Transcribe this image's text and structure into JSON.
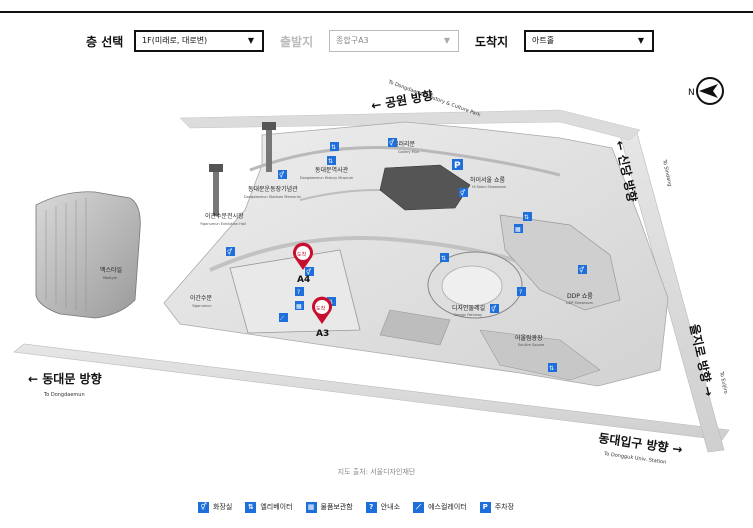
{
  "selectors": {
    "floor_label": "층 선택",
    "floor_value": "1F(미래로, 대로변)",
    "origin_label": "출발지",
    "origin_value": "종합구A3",
    "dest_label": "도착지",
    "dest_value": "아트홀"
  },
  "compass": {
    "letter": "N"
  },
  "directions": {
    "park_kr": "← 공원 방향",
    "park_en": "To Dongdaemun History & Culture Park",
    "sindang_kr": "← 신당 방향",
    "sindang_en": "To Sindang",
    "dongdaemun_kr": "← 동대문 방향",
    "dongdaemun_en": "To Dongdaemun",
    "euljiro_kr": "을지로 방향 →",
    "euljiro_en": "To Euljiro",
    "dongdaeipgu_kr": "동대입구 방향 →",
    "dongdaeipgu_en": "To Dongguk Univ. Station"
  },
  "places": {
    "gallery_kr": "갤러리문",
    "gallery_en": "Gallery Mun",
    "history_kr": "동대문역사관",
    "history_en": "Dongdaemun History Museum",
    "stadium_kr": "동대문운동장기념관",
    "stadium_en": "Dongdaemun Stadium Memorial",
    "igansu_hall_kr": "이간수문전시장",
    "igansu_hall_en": "Yiganumun Exhibition Hall",
    "hiseoul_kr": "하이서울 쇼룸",
    "hiseoul_en": "Hi Seoul Showroom",
    "igansu_kr": "이간수문",
    "igansu_en": "Yiganumun",
    "mustang_kr": "맥스타일",
    "mustang_en": "Maxtyle",
    "design_kr": "디자인둘레길",
    "design_en": "Design Pathway",
    "ddp_kr": "DDP 쇼룸",
    "ddp_en": "DDP Showroom",
    "eoul_kr": "어울림광장",
    "eoul_en": "Eoullim Square"
  },
  "markers": {
    "a4": {
      "pin": "도착",
      "label": "A4"
    },
    "a3": {
      "pin": "도착",
      "label": "A3"
    }
  },
  "source_text": "지도 출처: 서울디자인재단",
  "legend": [
    {
      "icon": "restroom-icon",
      "label": "화장실"
    },
    {
      "icon": "elevator-icon",
      "label": "엘리베이터"
    },
    {
      "icon": "locker-icon",
      "label": "물품보관함"
    },
    {
      "icon": "info-icon",
      "label": "안내소"
    },
    {
      "icon": "escalator-icon",
      "label": "에스컬레이터"
    },
    {
      "icon": "parking-icon",
      "label": "주차장"
    }
  ],
  "colors": {
    "accent": "#1e6fd9",
    "pin": "#c8102e"
  }
}
